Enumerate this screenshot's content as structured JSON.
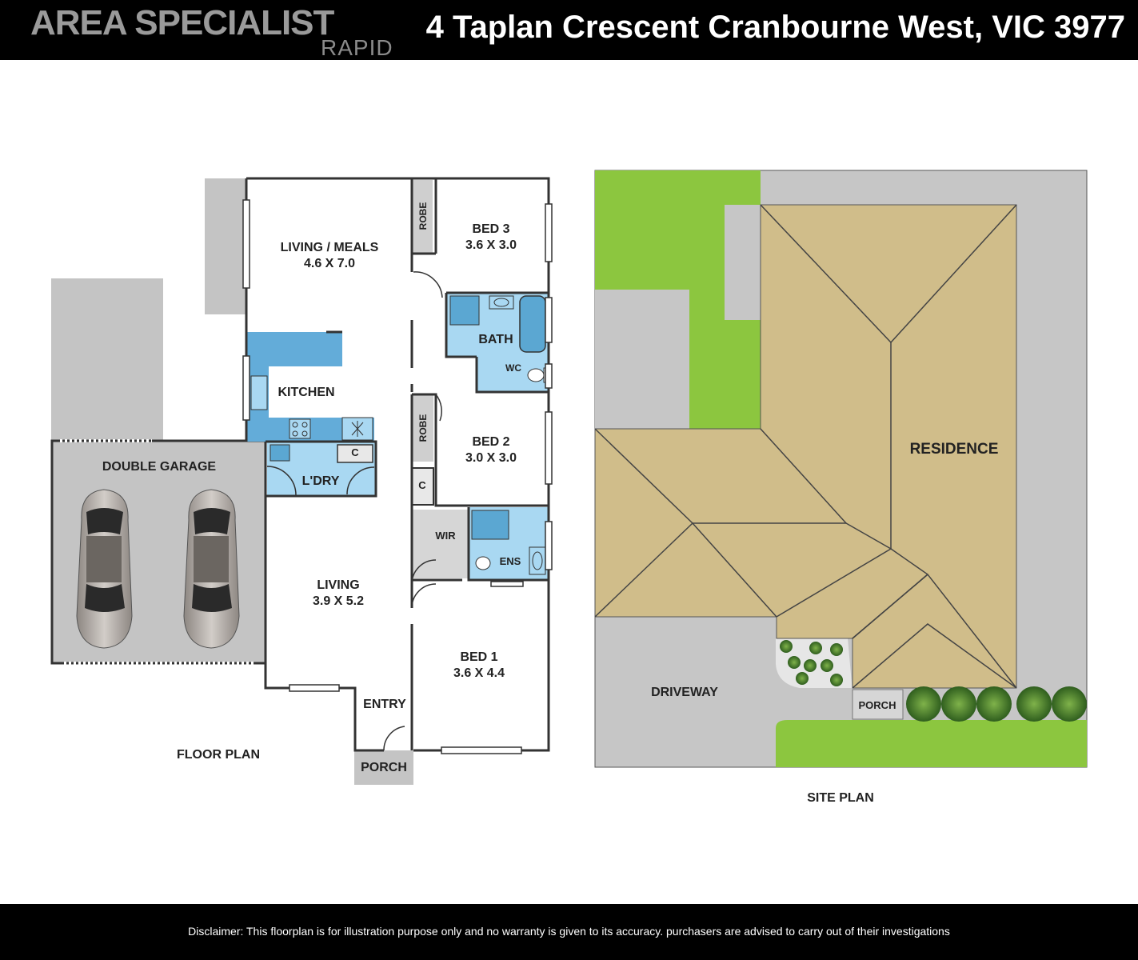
{
  "header": {
    "brand": "AREA SPECIALIST",
    "brand_sub": "RAPID",
    "address": "4 Taplan Crescent Cranbourne West, VIC 3977"
  },
  "floor_plan": {
    "title": "FLOOR PLAN",
    "rooms": {
      "living_meals": "LIVING / MEALS",
      "living_meals_dim": "4.6 X 7.0",
      "kitchen": "KITCHEN",
      "laundry": "L'DRY",
      "laundry_cupboard": "C",
      "bed3": "BED 3",
      "bed3_dim": "3.6 X 3.0",
      "robe3": "ROBE",
      "bath": "BATH",
      "wc": "WC",
      "bed2": "BED 2",
      "bed2_dim": "3.0 X 3.0",
      "robe2": "ROBE",
      "linen_cupboard": "C",
      "wir": "WIR",
      "ens": "ENS",
      "living": "LIVING",
      "living_dim": "3.9 X 5.2",
      "bed1": "BED 1",
      "bed1_dim": "3.6 X 4.4",
      "entry": "ENTRY",
      "porch": "PORCH",
      "garage": "DOUBLE GARAGE"
    }
  },
  "site_plan": {
    "title": "SITE PLAN",
    "residence": "RESIDENCE",
    "driveway": "DRIVEWAY",
    "porch": "PORCH"
  },
  "colors": {
    "wet_area": "#a9d8f2",
    "fixture": "#5ba7d2",
    "kitchen_bench": "#63acd9",
    "garage": "#c4c4c4",
    "lawn": "#8cc63f",
    "roof": "#d0bd8a",
    "paving": "#c6c6c6"
  },
  "footer": {
    "disclaimer": "Disclaimer: This floorplan is for illustration purpose only and no warranty is given to its accuracy. purchasers are advised to carry out of their investigations"
  }
}
